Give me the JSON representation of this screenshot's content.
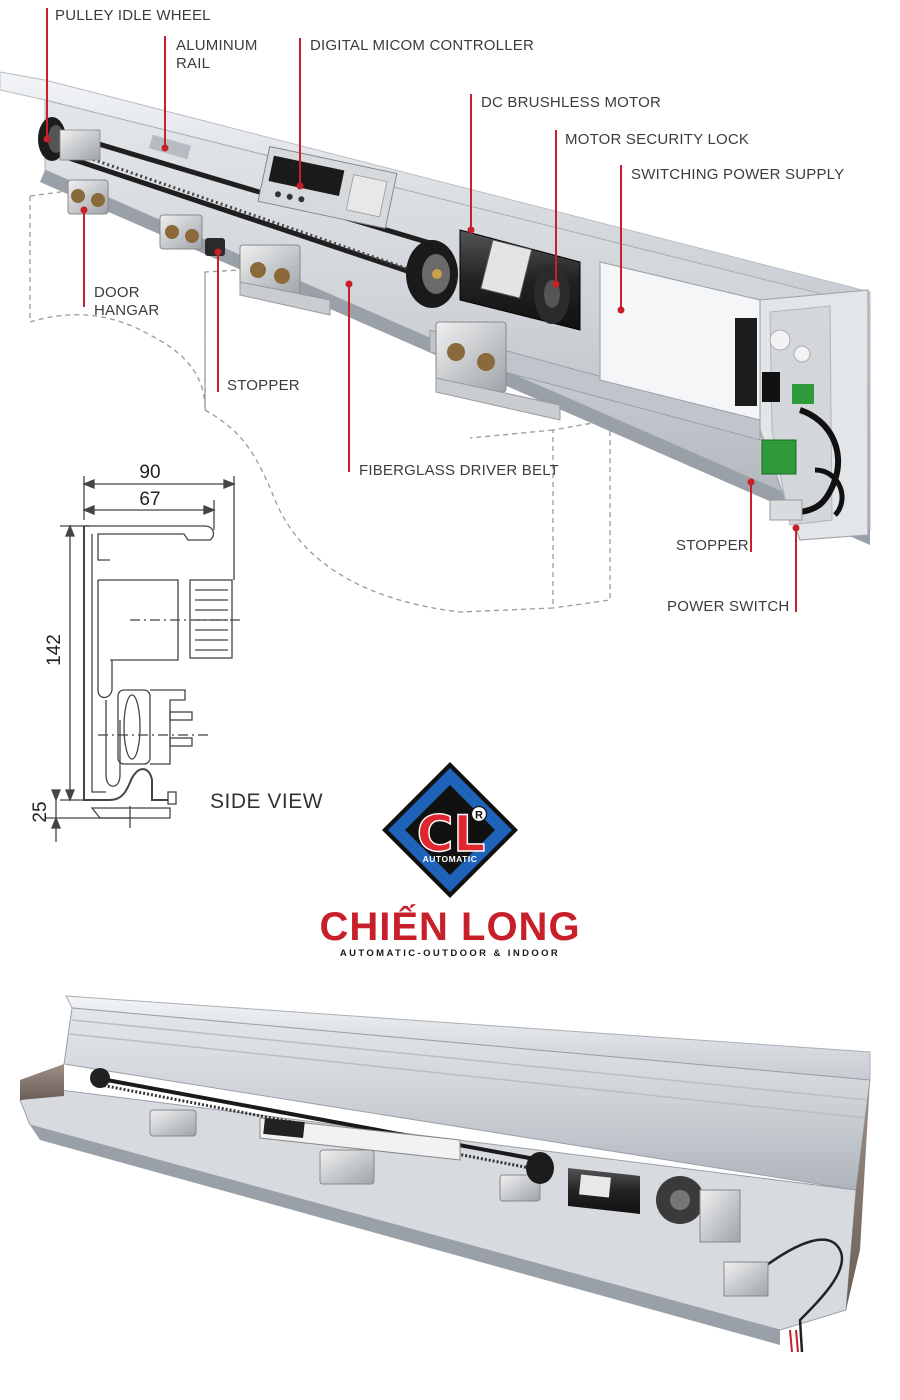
{
  "callouts": [
    {
      "id": "pulley-idle-wheel",
      "lines": [
        "PULLEY IDLE WHEEL"
      ]
    },
    {
      "id": "aluminum-rail",
      "lines": [
        "ALUMINUM",
        "RAIL"
      ]
    },
    {
      "id": "digital-micom-controller",
      "lines": [
        "DIGITAL MICOM CONTROLLER"
      ]
    },
    {
      "id": "dc-brushless-motor",
      "lines": [
        "DC BRUSHLESS MOTOR"
      ]
    },
    {
      "id": "motor-security-lock",
      "lines": [
        "MOTOR SECURITY LOCK"
      ]
    },
    {
      "id": "switching-power-supply",
      "lines": [
        "SWITCHING POWER SUPPLY"
      ]
    },
    {
      "id": "door-hangar",
      "lines": [
        "DOOR",
        "HANGAR"
      ]
    },
    {
      "id": "stopper-left",
      "lines": [
        "STOPPER"
      ]
    },
    {
      "id": "fiberglass-driver-belt",
      "lines": [
        "FIBERGLASS DRIVER BELT"
      ]
    },
    {
      "id": "stopper-right",
      "lines": [
        "STOPPER"
      ]
    },
    {
      "id": "power-switch",
      "lines": [
        "POWER SWITCH"
      ]
    }
  ],
  "side_view": {
    "label": "SIDE VIEW",
    "dim_width_outer": "90",
    "dim_width_inner": "67",
    "dim_height": "142",
    "dim_base": "25"
  },
  "brand": {
    "logo_letters": "CL",
    "registered_mark": "R",
    "logo_caption": "AUTOMATIC",
    "name": "CHIẾN LONG",
    "tagline": "AUTOMATIC-OUTDOOR & INDOOR"
  },
  "colors": {
    "accent_red": "#c8202a",
    "logo_blue": "#1e63b8",
    "logo_dark": "#111111",
    "rail_silver": "#c9cdd2",
    "belt_dark": "#1f1f1f"
  }
}
